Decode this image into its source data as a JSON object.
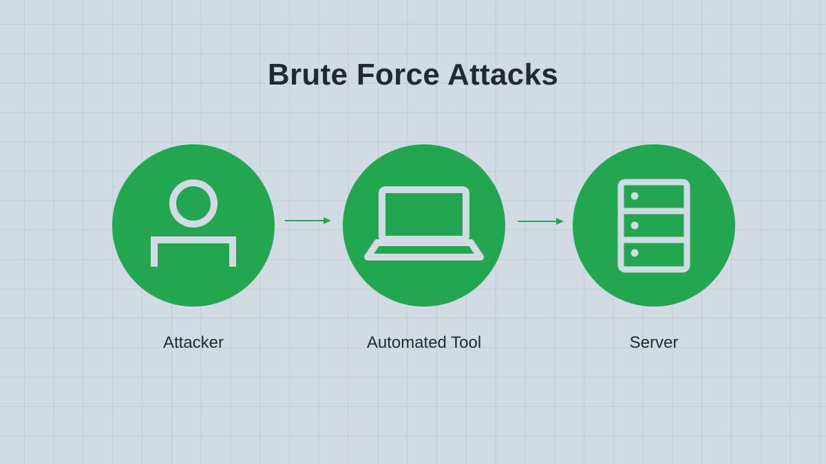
{
  "title": "Brute Force Attacks",
  "colors": {
    "background": "#d2dae3",
    "node_fill": "#23a650",
    "icon_stroke": "#d2dae3",
    "arrow": "#23a650",
    "text": "#1e2a36"
  },
  "nodes": [
    {
      "label": "Attacker",
      "icon": "person-icon"
    },
    {
      "label": "Automated Tool",
      "icon": "laptop-icon"
    },
    {
      "label": "Server",
      "icon": "server-icon"
    }
  ],
  "edges": [
    {
      "from": "Attacker",
      "to": "Automated Tool"
    },
    {
      "from": "Automated Tool",
      "to": "Server"
    }
  ]
}
